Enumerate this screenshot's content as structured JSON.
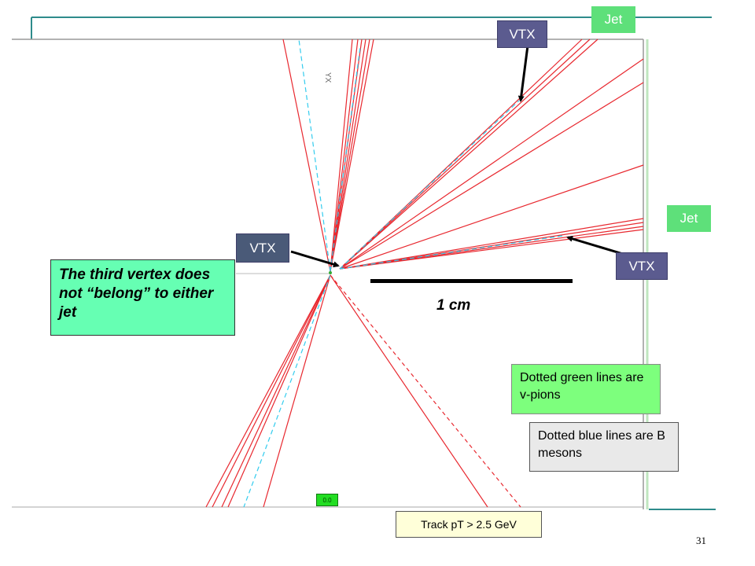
{
  "labels": {
    "jet_top": "Jet",
    "jet_right": "Jet",
    "vtx_top": "VTX",
    "vtx_left": "VTX",
    "vtx_right": "VTX",
    "third_vertex_note": "The third vertex does not “belong” to either jet",
    "scale": "1 cm",
    "dotted_green_note": "Dotted green lines are v-pions",
    "dotted_blue_note": "Dotted blue lines are B mesons",
    "track_cut": "Track pT > 2.5 GeV",
    "page_number": "31",
    "zoom_badge": "0.0",
    "axis_tag": "YX"
  },
  "colors": {
    "track": "#e8282f",
    "b_meson": "#33ccee",
    "vtx_box": "#5b5b8f",
    "jet_box": "#5ee07a",
    "frame": "#2e8b8b"
  }
}
